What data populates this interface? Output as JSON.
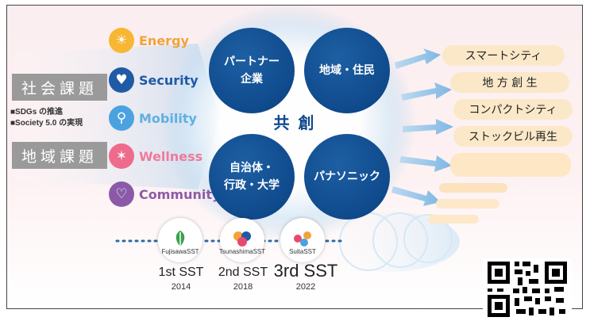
{
  "issues": {
    "social": "社会課題",
    "regional": "地域課題",
    "bullets": [
      "■SDGs の推進",
      "■Society 5.0 の実現"
    ]
  },
  "themes": [
    {
      "label": "Energy",
      "icon": "sun-icon",
      "color": "#f5a623",
      "text_color": "#f2a33a"
    },
    {
      "label": "Security",
      "icon": "shield-hands-icon",
      "color": "#1f5aa6",
      "text_color": "#1f5aa6"
    },
    {
      "label": "Mobility",
      "icon": "bicycle-icon",
      "color": "#4aa3df",
      "text_color": "#5fb0e0"
    },
    {
      "label": "Wellness",
      "icon": "runner-icon",
      "color": "#ee6b8c",
      "text_color": "#f07a98"
    },
    {
      "label": "Community",
      "icon": "heart-hands-icon",
      "color": "#8a5aa8",
      "text_color": "#8e5aa6"
    }
  ],
  "center": {
    "label": "共 創",
    "partners": [
      "パートナー\n企業",
      "地域・住民",
      "自治体・\n行政・大学",
      "パナソニック"
    ]
  },
  "outcomes": [
    "スマートシティ",
    "地 方 創 生",
    "コンパクトシティ",
    "ストックビル再生",
    ""
  ],
  "timeline": [
    {
      "name": "1st SST",
      "year": "2014",
      "logo": "FujisawaSST"
    },
    {
      "name": "2nd SST",
      "year": "2018",
      "logo": "TsunashimaSST"
    },
    {
      "name": "3rd SST",
      "year": "2022",
      "logo": "SuitaSST"
    }
  ],
  "colors": {
    "navy": "#0f4a8c",
    "accent_blue": "#8fc3ea",
    "pill": "#fbe8c8"
  }
}
